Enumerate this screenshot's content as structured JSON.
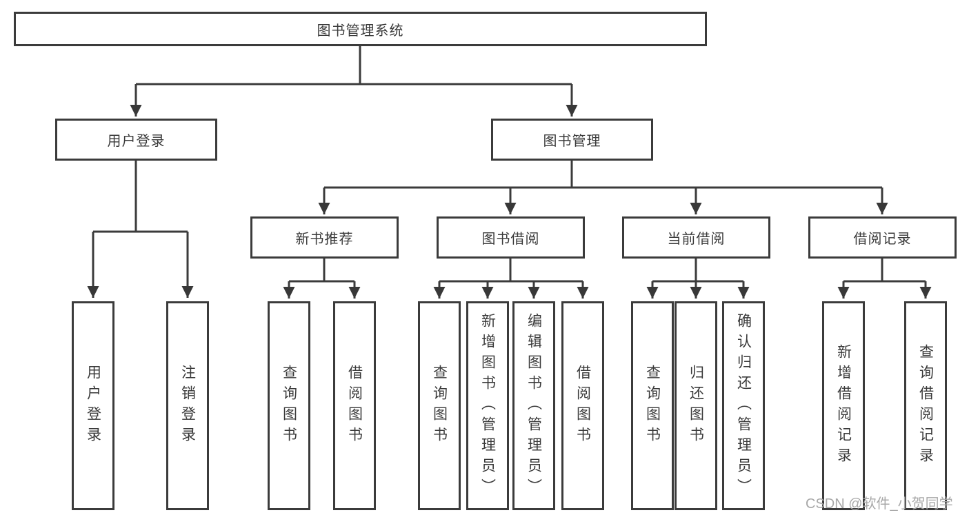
{
  "diagram": {
    "root": {
      "label": "图书管理系统"
    },
    "user_login": {
      "label": "用户登录",
      "children": [
        {
          "label": "用户登录"
        },
        {
          "label": "注销登录"
        }
      ]
    },
    "book_management": {
      "label": "图书管理",
      "groups": [
        {
          "label": "新书推荐",
          "children": [
            {
              "label": "查询图书"
            },
            {
              "label": "借阅图书"
            }
          ]
        },
        {
          "label": "图书借阅",
          "children": [
            {
              "label": "查询图书"
            },
            {
              "label": "新增图书（管理员）"
            },
            {
              "label": "编辑图书（管理员）"
            },
            {
              "label": "借阅图书"
            }
          ]
        },
        {
          "label": "当前借阅",
          "children": [
            {
              "label": "查询图书"
            },
            {
              "label": "归还图书"
            },
            {
              "label": "确认归还（管理员）"
            }
          ]
        },
        {
          "label": "借阅记录",
          "children": [
            {
              "label": "新增借阅记录"
            },
            {
              "label": "查询借阅记录"
            }
          ]
        }
      ]
    },
    "watermark": "CSDN @软件_小贺同学",
    "colors": {
      "line": "#3b3b3b",
      "text": "#3a3a3a",
      "watermark": "#a8a8a8",
      "background": "#ffffff"
    }
  }
}
